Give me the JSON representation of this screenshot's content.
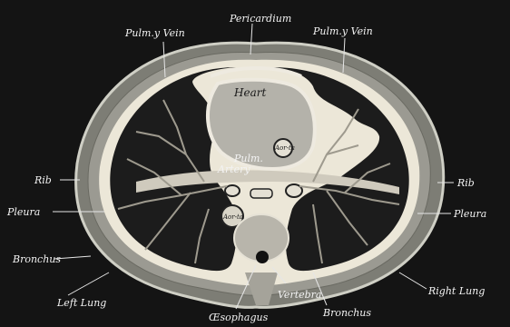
{
  "labels": {
    "pericardium": "Pericardium",
    "pulm_vein_left": "Pulm.y Vein",
    "pulm_vein_right": "Pulm.y Vein",
    "heart": "Heart",
    "aorta_upper": "Aor-ta",
    "pulm_artery_a": "Pulm.",
    "pulm_artery_b": "Artery",
    "aorta_lower": "Aor-ta",
    "rib_left": "Rib",
    "rib_right": "Rib",
    "pleura_left": "Pleura",
    "pleura_right": "Pleura",
    "bronchus_left": "Bronchus",
    "bronchus_right": "Bronchus",
    "left_lung": "Left Lung",
    "right_lung": "Right Lung",
    "vertebra": "Vertebra",
    "oesophagus": "Œsophagus"
  },
  "colors": {
    "background": "#141414",
    "lung": "#1e1e1e",
    "pleura": "#e9e4d6",
    "chest_wall": "#8a8a80",
    "heart": "#b7b5ad",
    "vessel": "#cfcabd",
    "label": "#f3f3f3"
  }
}
